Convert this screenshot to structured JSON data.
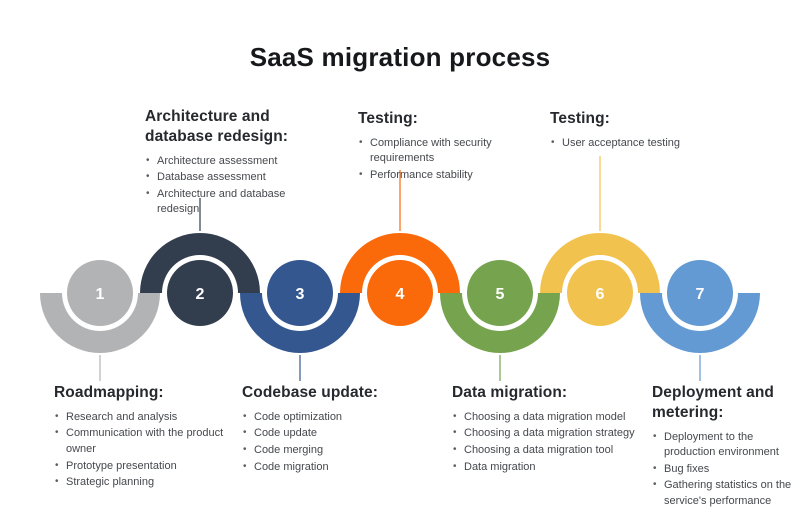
{
  "title": "SaaS migration process",
  "steps": [
    {
      "number": "1",
      "heading": "Roadmapping:",
      "color": "#b2b3b5",
      "label_position": "bottom",
      "bullets": [
        "Research and analysis",
        "Communication with the product owner",
        "Prototype presentation",
        "Strategic planning"
      ]
    },
    {
      "number": "2",
      "heading": "Architecture and database redesign:",
      "color": "#323d4e",
      "label_position": "top",
      "bullets": [
        "Architecture assessment",
        "Database assessment",
        "Architecture and database redesign"
      ]
    },
    {
      "number": "3",
      "heading": "Codebase update:",
      "color": "#35578f",
      "label_position": "bottom",
      "bullets": [
        "Code optimization",
        "Code update",
        "Code merging",
        "Code migration"
      ]
    },
    {
      "number": "4",
      "heading": "Testing:",
      "color": "#fa6a0a",
      "label_position": "top",
      "bullets": [
        "Compliance with security requirements",
        "Performance stability"
      ]
    },
    {
      "number": "5",
      "heading": "Data migration:",
      "color": "#76a44e",
      "label_position": "bottom",
      "bullets": [
        "Choosing a data migration model",
        "Choosing a data migration strategy",
        "Choosing a data migration tool",
        "Data migration"
      ]
    },
    {
      "number": "6",
      "heading": "Testing:",
      "color": "#f2c24f",
      "label_position": "top",
      "bullets": [
        "User acceptance testing"
      ]
    },
    {
      "number": "7",
      "heading": "Deployment and metering:",
      "color": "#639ad3",
      "label_position": "bottom",
      "bullets": [
        "Deployment to the production environment",
        "Bug fixes",
        "Gathering statistics on the service's performance"
      ]
    }
  ]
}
